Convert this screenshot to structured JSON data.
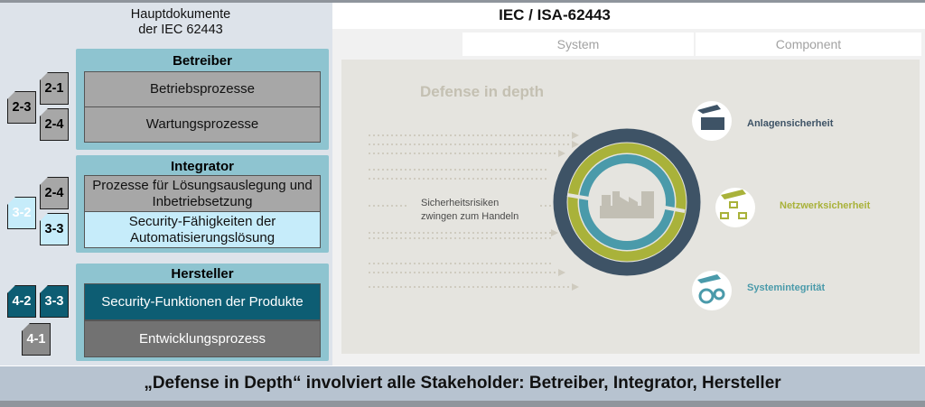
{
  "left": {
    "title": "Hauptdokumente\nder IEC 62443",
    "groups": [
      {
        "title": "Betreiber",
        "boxes": [
          "Betriebsprozesse",
          "Wartungsprozesse"
        ],
        "docs": [
          "2-3",
          "2-1",
          "2-4"
        ]
      },
      {
        "title": "Integrator",
        "boxes": [
          "Prozesse für Lösungsauslegung und Inbetriebsetzung",
          "Security-Fähigkeiten der Automatisierungslösung"
        ],
        "docs": [
          "3-2",
          "2-4",
          "3-3"
        ]
      },
      {
        "title": "Hersteller",
        "boxes": [
          "Security-Funktionen der Produkte",
          "Entwicklungsprozess"
        ],
        "docs": [
          "4-2",
          "3-3",
          "4-1"
        ]
      }
    ]
  },
  "right": {
    "title": "IEC / ISA-62443",
    "columns": [
      "System",
      "Component"
    ],
    "defense_title": "Defense in depth",
    "risk_text": "Sicherheitsrisiken\nzwingen zum Handeln",
    "labels": [
      "Anlagensicherheit",
      "Netzwerksicherheit",
      "Systemintegrität"
    ],
    "label_colors": [
      "#3e5366",
      "#a9b23a",
      "#4a9aaa"
    ]
  },
  "colors": {
    "group_bg": "#8ec4d0",
    "gray_box": "#a7a7a7",
    "light_blue_box": "#c6ecfa",
    "dark_teal_box": "#0d5d73",
    "dark_gray_box": "#727272",
    "ring_dark": "#3e5366",
    "ring_green": "#a9b23a",
    "ring_teal": "#4a9aaa"
  },
  "footer": "„Defense in Depth“ involviert alle Stakeholder: Betreiber, Integrator, Hersteller"
}
